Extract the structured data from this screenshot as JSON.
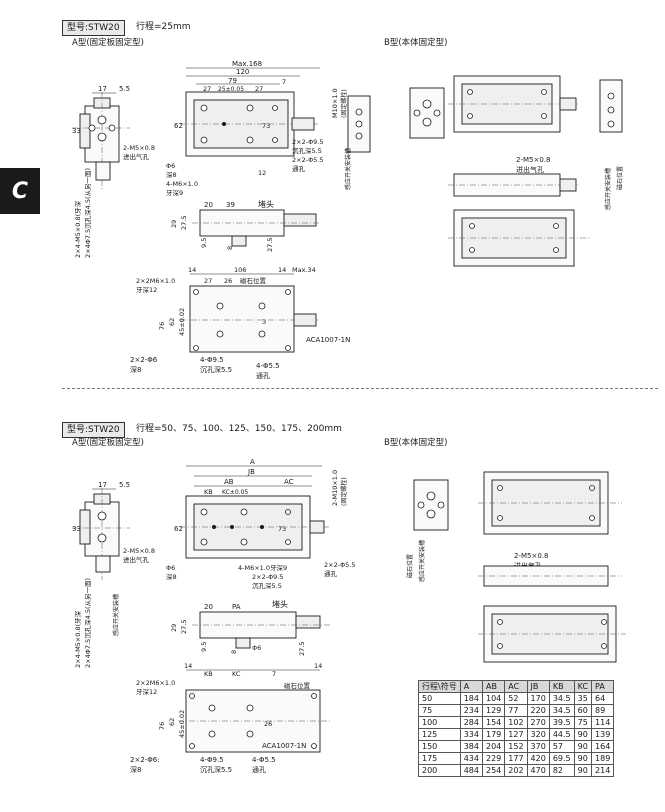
{
  "section1": {
    "model": "型号:STW20",
    "stroke": "行程=25mm",
    "a_title": "A型(固定板固定型)",
    "b_title": "B型(本体固定型)"
  },
  "section2": {
    "model": "型号:STW20",
    "stroke": "行程=50、75、100、125、150、175、200mm",
    "a_title": "A型(固定板固定型)",
    "b_title": "B型(本体固定型)"
  },
  "side_tab": "C",
  "top_labels": {
    "max168": "Max.168",
    "d120": "120",
    "d79": "79",
    "d27a": "27",
    "d27b": "27",
    "d7": "7",
    "d25": "25±0.05",
    "d17": "17",
    "d5_5": "5.5",
    "d33": "33",
    "d62": "62",
    "d73": "73",
    "m5": "2-M5×0.8",
    "inlet": "进出气孔",
    "phi6": "Φ6",
    "depth8": "深8",
    "m6": "4-M6×1.0",
    "m6depth": "牙深9",
    "d12": "12",
    "m10": "M10×1.0",
    "m10note": "(固定螺栓)",
    "phi9_5": "2×2-Φ9.5",
    "sink5_5": "沉孔深5.5",
    "phi5_5": "2×2-Φ5.5",
    "thru": "通孔",
    "side_m5": "2×4-M5×0.8(牙深",
    "side_phi7": "2×4Φ7.5沉孔深4.5(从另一面)",
    "switch": "感应开关安装槽",
    "d20": "20",
    "d39": "39",
    "plug": "堵头",
    "d29": "29",
    "d27_5": "27.5",
    "d9_5": "9.5",
    "d8": "8",
    "d2M6": "2×2M6×1.0",
    "d2M6depth": "牙深12",
    "d14a": "14",
    "d106": "106",
    "d14b": "14",
    "max34": "Max.34",
    "magnet": "磁石位置",
    "d27c": "27",
    "d26": "26",
    "d76": "76",
    "d45": "45±0.02",
    "d3": "3",
    "aca": "ACA1007-1N",
    "phi6b": "2×2-Φ6",
    "depth8b": "深8",
    "phi9_5b": "4-Φ9.5",
    "sink5_5b": "沉孔深5.5",
    "phi5_5b": "4-Φ5.5",
    "thrub": "通孔",
    "b_m5": "2-M5×0.8",
    "b_inlet": "进出气孔",
    "b_magnet": "磁石位置",
    "b_switch": "感应开关安装槽"
  },
  "bottom_labels": {
    "A": "A",
    "JB": "JB",
    "AB": "AB",
    "AC": "AC",
    "KB": "KB",
    "KC": "KC±0.05",
    "d17": "17",
    "d5_5": "5.5",
    "d33": "33",
    "d62": "62",
    "d73": "73",
    "m5": "2-M5×0.8",
    "inlet": "进出气孔",
    "m10": "2-M10×1.0",
    "m10note": "(固定螺栓)",
    "phi6": "Φ6",
    "depth8": "深8",
    "m6": "4-M6×1.0牙深9",
    "phi9_5": "2×2-Φ9.5",
    "sink5_5": "沉孔深5.5",
    "phi5_5": "2×2-Φ5.5",
    "thru": "通孔",
    "side_m5": "2×4-M5×0.8(牙深",
    "side_phi7": "2×4Φ7.5沉孔深4.5(从另一面)",
    "switch": "感应开关安装槽",
    "d20": "20",
    "PA": "PA",
    "plug": "堵头",
    "d29": "29",
    "d27_5": "27.5",
    "d9_5": "9.5",
    "d8": "8",
    "phi6c": "Φ6",
    "d2M6": "2×2M6×1.0",
    "d2M6depth": "牙深12",
    "d14a": "14",
    "KB2": "KB",
    "KC2": "KC",
    "d7": "7",
    "d14b": "14",
    "magnet": "磁石位置",
    "d76": "76",
    "d62b": "62",
    "d45": "45±0.02",
    "d26": "26",
    "aca": "ACA1007-1N",
    "phi6b": "2×2-Φ6:",
    "depth8b": "深8",
    "phi9_5b": "4-Φ9.5",
    "sink5_5b": "沉孔深5.5",
    "phi5_5b": "4-Φ5.5",
    "thrub": "通孔",
    "b_m5": "2-M5×0.8",
    "b_inlet": "进出气孔",
    "b_magnet": "磁石位置",
    "b_switch": "感应开关安装槽"
  },
  "spec_table": {
    "headers": [
      "行程\\符号",
      "A",
      "AB",
      "AC",
      "JB",
      "KB",
      "KC",
      "PA"
    ],
    "rows": [
      [
        "50",
        "184",
        "104",
        "52",
        "170",
        "34.5",
        "35",
        "64"
      ],
      [
        "75",
        "234",
        "129",
        "77",
        "220",
        "34.5",
        "60",
        "89"
      ],
      [
        "100",
        "284",
        "154",
        "102",
        "270",
        "39.5",
        "75",
        "114"
      ],
      [
        "125",
        "334",
        "179",
        "127",
        "320",
        "44.5",
        "90",
        "139"
      ],
      [
        "150",
        "384",
        "204",
        "152",
        "370",
        "57",
        "90",
        "164"
      ],
      [
        "175",
        "434",
        "229",
        "177",
        "420",
        "69.5",
        "90",
        "189"
      ],
      [
        "200",
        "484",
        "254",
        "202",
        "470",
        "82",
        "90",
        "214"
      ]
    ]
  }
}
